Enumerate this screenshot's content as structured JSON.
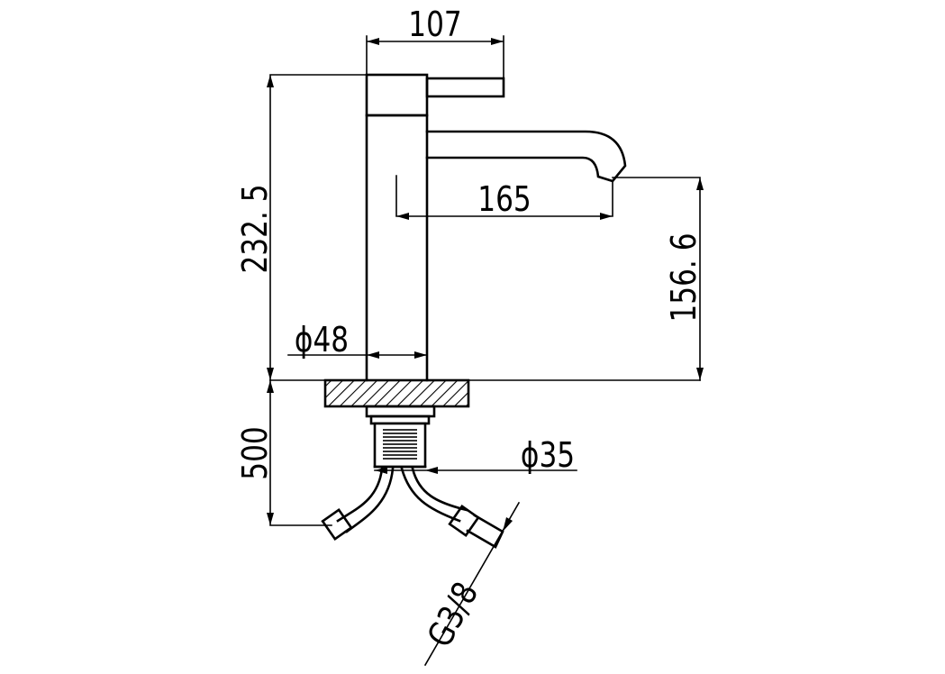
{
  "dimensions": {
    "handle_reach": "107",
    "total_height": "232. 5",
    "spout_reach": "165",
    "spout_height": "156. 6",
    "body_diameter": "ϕ48",
    "hose_length": "500",
    "shank_diameter": "ϕ35",
    "hose_thread": "G3/8"
  },
  "colors": {
    "line": "#000000",
    "background": "#ffffff"
  }
}
